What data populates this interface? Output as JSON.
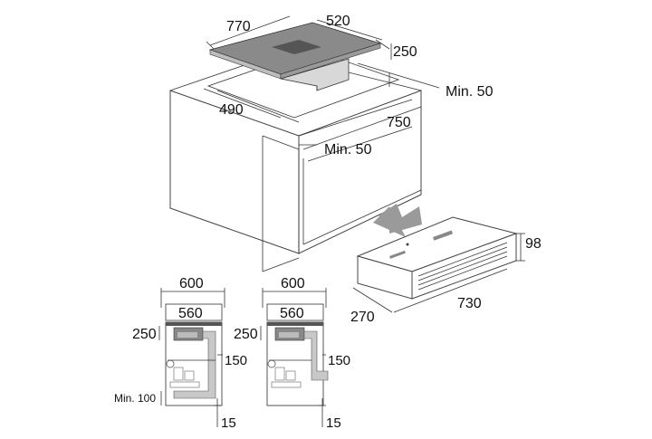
{
  "diagram": {
    "hob_unit": {
      "width": "770",
      "depth": "520",
      "height": "250"
    },
    "cutout": {
      "depth": "490",
      "width": "750",
      "clearance_right": "Min. 50",
      "clearance_front": "Min. 50"
    },
    "motor_unit": {
      "height": "98",
      "depth": "270",
      "width": "730"
    },
    "section_left": {
      "cabinet_width": "600",
      "inner_width": "560",
      "hob_height": "250",
      "duct": "150",
      "floor_clearance": "Min. 100",
      "bottom_offset": "15"
    },
    "section_right": {
      "cabinet_width": "600",
      "inner_width": "560",
      "hob_height": "250",
      "duct": "150",
      "bottom_offset": "15"
    }
  },
  "colors": {
    "hob_top": "#8a8a8a",
    "hob_glass_panel": "#555555",
    "hob_side": "#bdbdbd",
    "duct": "#c8c8c8",
    "arrow": "#9a9a9a",
    "lines": "#222222"
  }
}
